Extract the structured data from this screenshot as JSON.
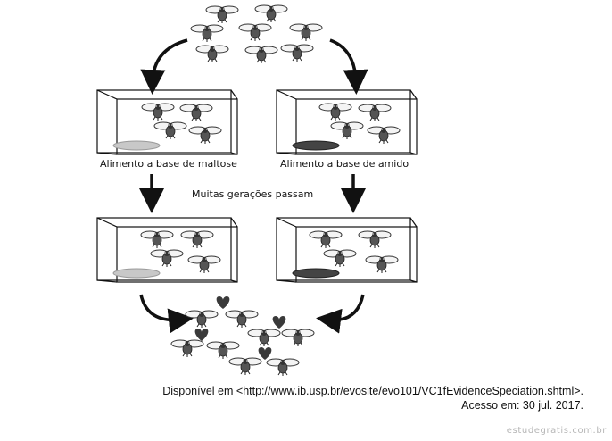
{
  "labels": {
    "left_food": "Alimento a base de maltose",
    "right_food": "Alimento a base de amido",
    "generations": "Muitas gerações passam"
  },
  "source": {
    "line1": "Disponível em <http://www.ib.usp.br/evosite/evo101/VC1fEvidenceSpeciation.shtml>.",
    "line2": "Acesso em: 30 jul. 2017."
  },
  "watermark": "estudegratis.com.br",
  "icons": [
    "fly-icon",
    "heart-icon",
    "arrow-icon",
    "food-dish-icon",
    "box-cage"
  ],
  "colors": {
    "maltose_food": "#c8c8c8",
    "starch_food": "#444444",
    "heart": "#3a3a3a",
    "fly_wing": "#f4f4f4",
    "fly_body": "#555555"
  }
}
